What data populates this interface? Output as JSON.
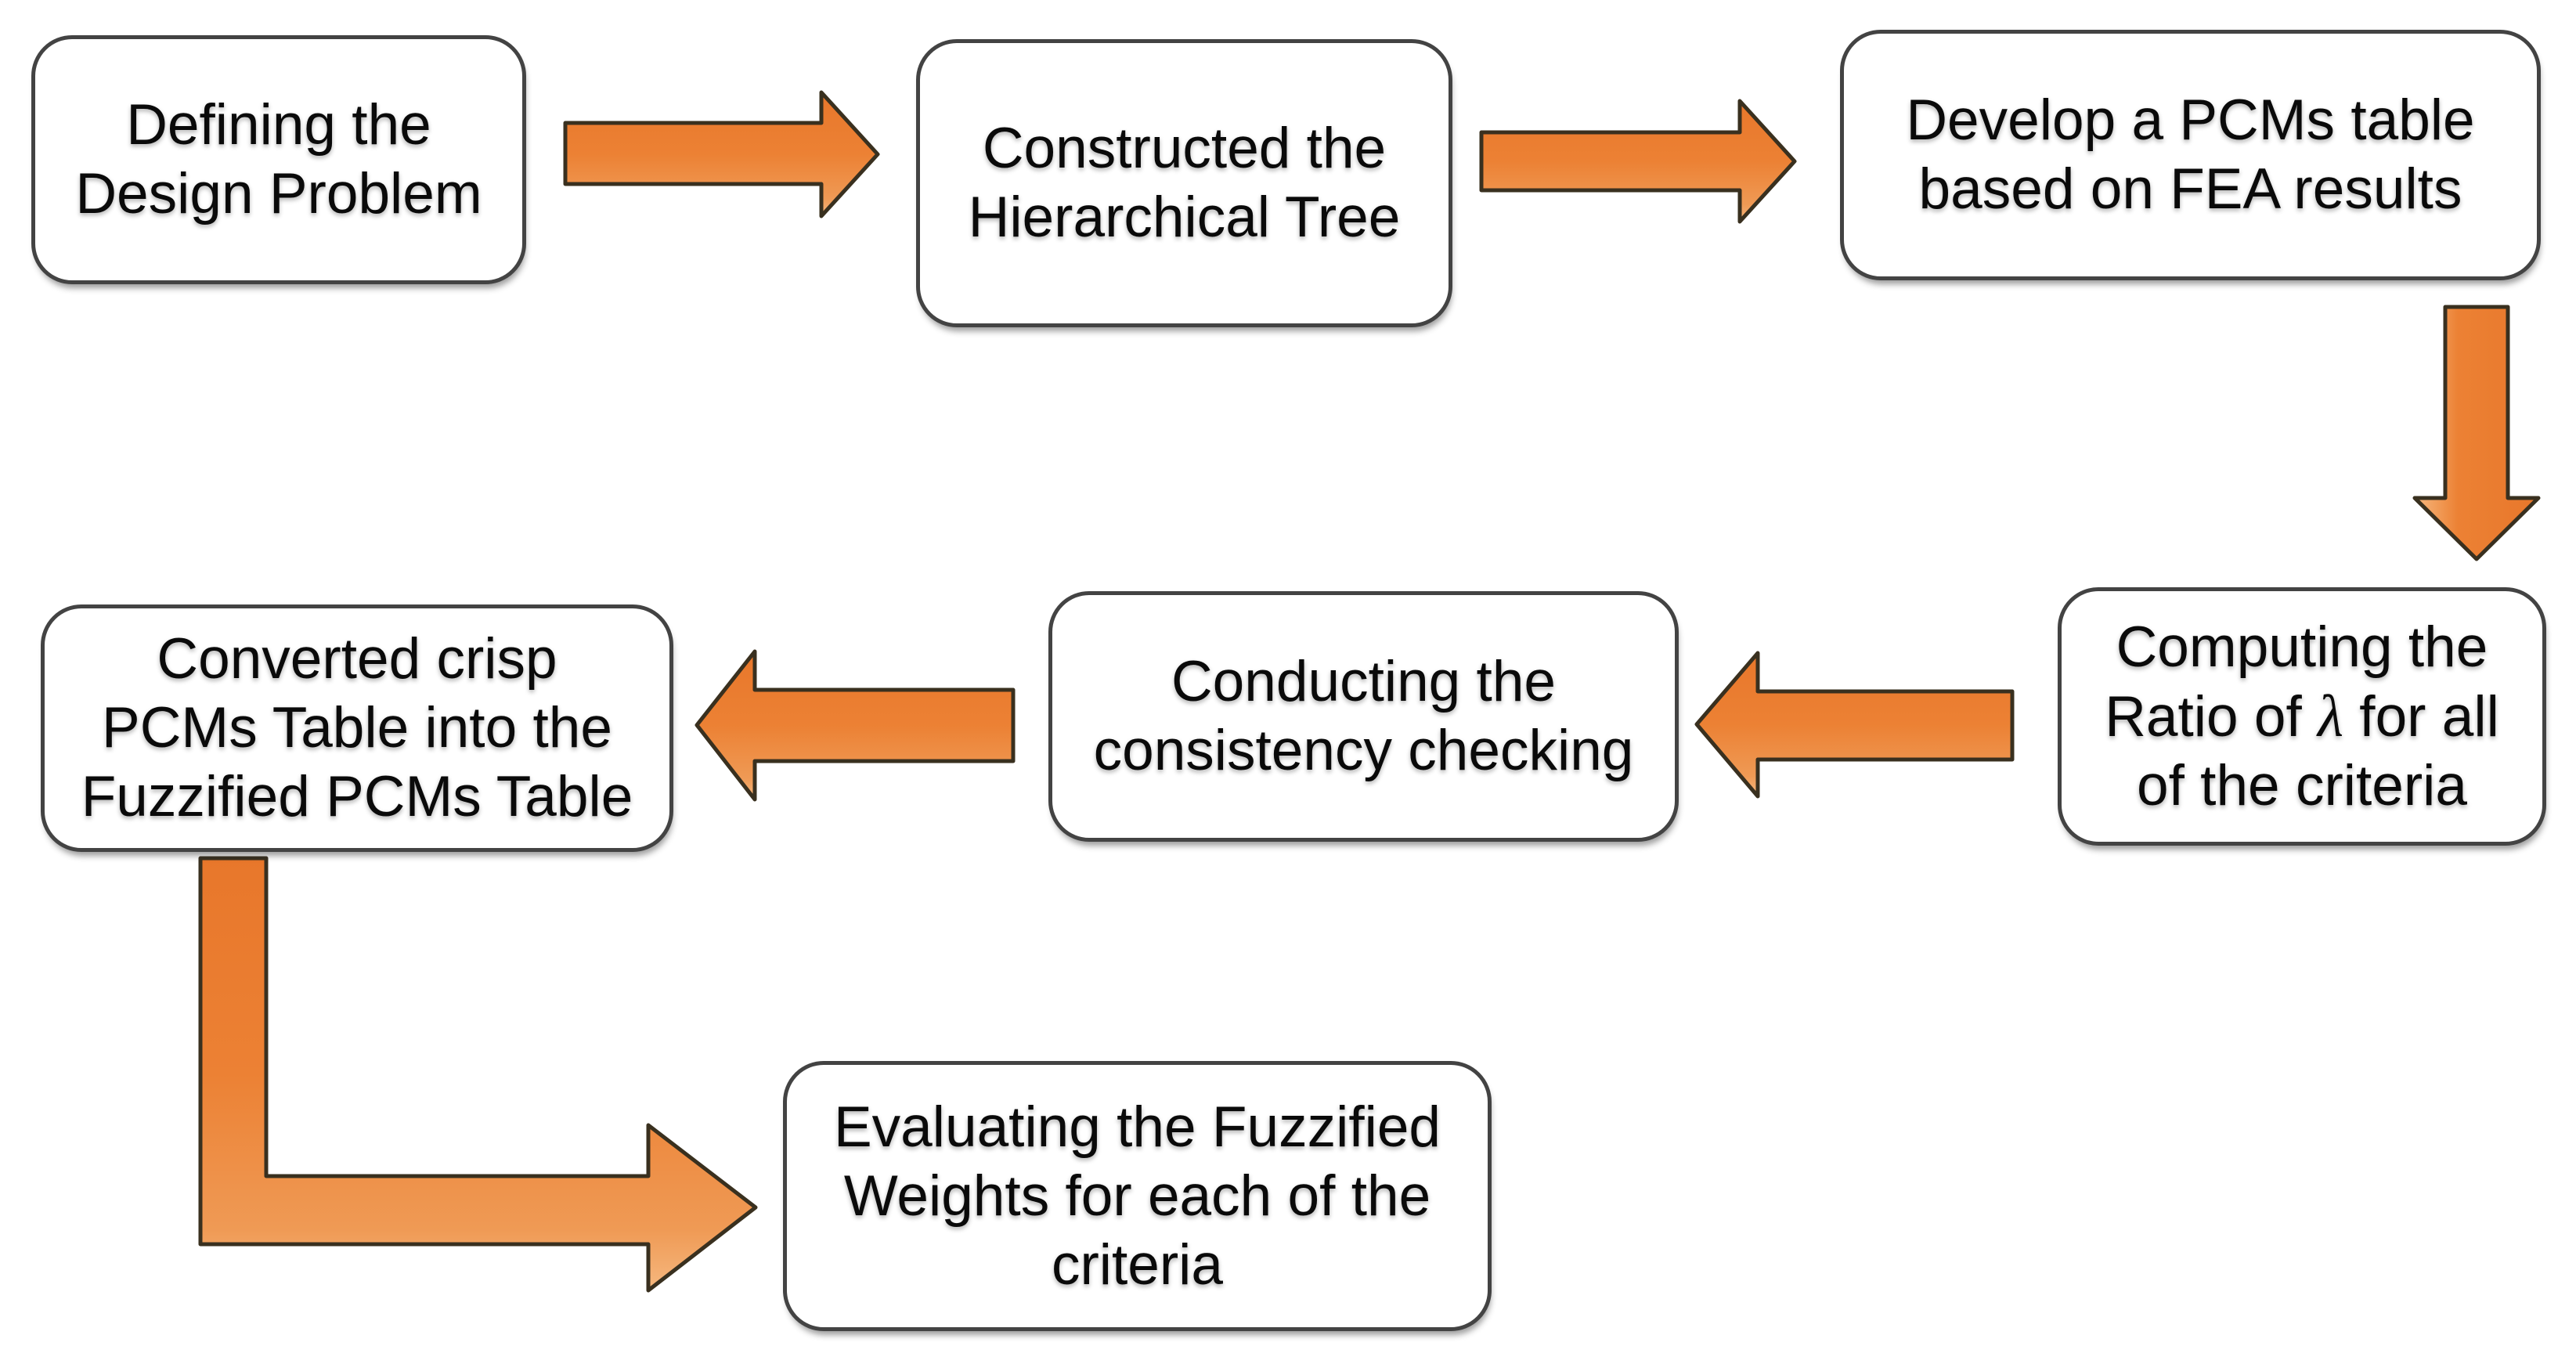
{
  "flowchart": {
    "background_color": "#ffffff",
    "box_fill_color": "#ffffff",
    "box_border_color": "#434343",
    "text_color": "#0a0a0a",
    "arrow_fill_color": "#EC8134",
    "arrow_fill_light_color": "#F6B87F",
    "arrow_fill_dark_color": "#E8772B",
    "arrow_outline_color": "#39301f",
    "boxes": [
      {
        "id": "define-problem",
        "lines": [
          "Defining the",
          "Design Problem"
        ]
      },
      {
        "id": "hierarchical-tree",
        "lines": [
          "Constructed the",
          "Hierarchical Tree"
        ]
      },
      {
        "id": "pcm-table",
        "lines": [
          "Develop a PCMs table",
          "based on FEA results"
        ]
      },
      {
        "id": "lambda-ratio",
        "line1": "Computing the",
        "line2": {
          "pre": "Ratio of",
          "symbol": "λ",
          "post": "for all"
        },
        "line3": "of the criteria"
      },
      {
        "id": "consistency-check",
        "lines": [
          "Conducting the",
          "consistency checking"
        ]
      },
      {
        "id": "fuzzified-table",
        "lines": [
          "Converted crisp",
          "PCMs Table into the",
          "Fuzzified PCMs Table"
        ]
      },
      {
        "id": "fuzzified-weights",
        "lines": [
          "Evaluating the Fuzzified",
          "Weights for each of the",
          "criteria"
        ]
      }
    ],
    "arrows": [
      {
        "id": "arrow-define-to-tree",
        "direction": "right"
      },
      {
        "id": "arrow-tree-to-pcm",
        "direction": "right"
      },
      {
        "id": "arrow-pcm-to-lambda",
        "direction": "down"
      },
      {
        "id": "arrow-lambda-to-consistency",
        "direction": "left"
      },
      {
        "id": "arrow-consistency-to-fuzzified",
        "direction": "left"
      },
      {
        "id": "arrow-fuzzified-to-weights",
        "direction": "down-right"
      }
    ]
  }
}
